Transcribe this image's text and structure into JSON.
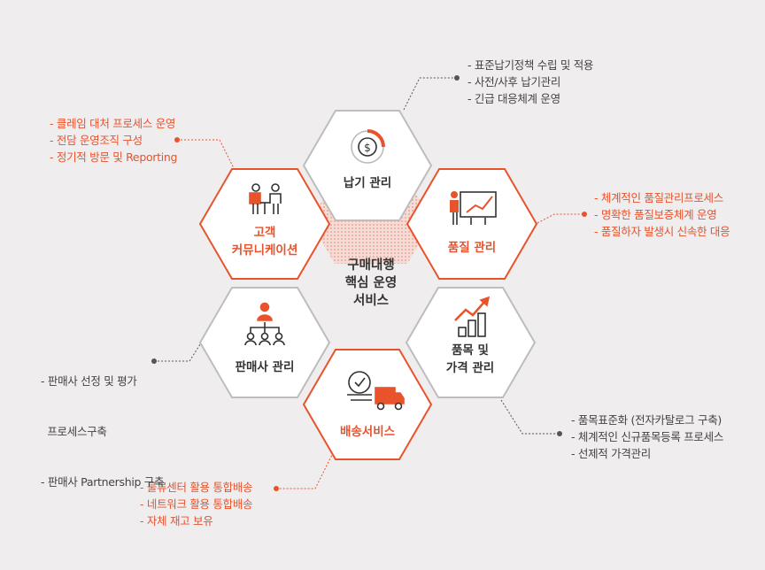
{
  "colors": {
    "background": "#efedee",
    "accent": "#e8532c",
    "hex_border_gray": "#bdbdbd",
    "text_dark": "#333333",
    "connector_gray": "#555555"
  },
  "center": {
    "lines": [
      "구매대행",
      "핵심 운영",
      "서비스"
    ]
  },
  "hexes": {
    "delivery_mgmt": {
      "label": [
        "납기 관리"
      ],
      "icon": "clock-dollar-icon",
      "highlight": false
    },
    "quality_mgmt": {
      "label": [
        "품질 관리"
      ],
      "icon": "presentation-chart-icon",
      "highlight": true
    },
    "item_price": {
      "label": [
        "품목 및",
        "가격 관리"
      ],
      "icon": "growth-chart-icon",
      "highlight": false
    },
    "shipping": {
      "label": [
        "배송서비스"
      ],
      "icon": "delivery-truck-icon",
      "highlight": true
    },
    "seller_mgmt": {
      "label": [
        "판매사 관리"
      ],
      "icon": "org-chart-icon",
      "highlight": false
    },
    "customer_comm": {
      "label": [
        "고객",
        "커뮤니케이션"
      ],
      "icon": "meeting-icon",
      "highlight": true
    }
  },
  "notes": {
    "delivery_mgmt": [
      "- 표준납기정책 수립 및 적용",
      "- 사전/사후 납기관리",
      "- 긴급 대응체계 운영"
    ],
    "quality_mgmt": [
      "- 체계적인 품질관리프로세스",
      "- 명확한 품질보증체계 운영",
      "- 품질하자 발생시 신속한 대응"
    ],
    "item_price": [
      "- 품목표준화 (전자카탈로그 구축)",
      "- 체계적인 신규품목등록 프로세스",
      "- 선제적 가격관리"
    ],
    "shipping": [
      "- 물류센터 활용 통합배송",
      "- 네트워크 활용 통합배송",
      "- 자체 재고 보유"
    ],
    "seller_mgmt": [
      "- 판매사 선정 및 평가",
      "  프로세스구축",
      "- 판매사 Partnership 구축"
    ],
    "customer_comm": [
      "- 클레임 대처 프로세스 운영",
      "- 전담 운영조직 구성",
      "- 정기적 방문 및 Reporting"
    ]
  }
}
